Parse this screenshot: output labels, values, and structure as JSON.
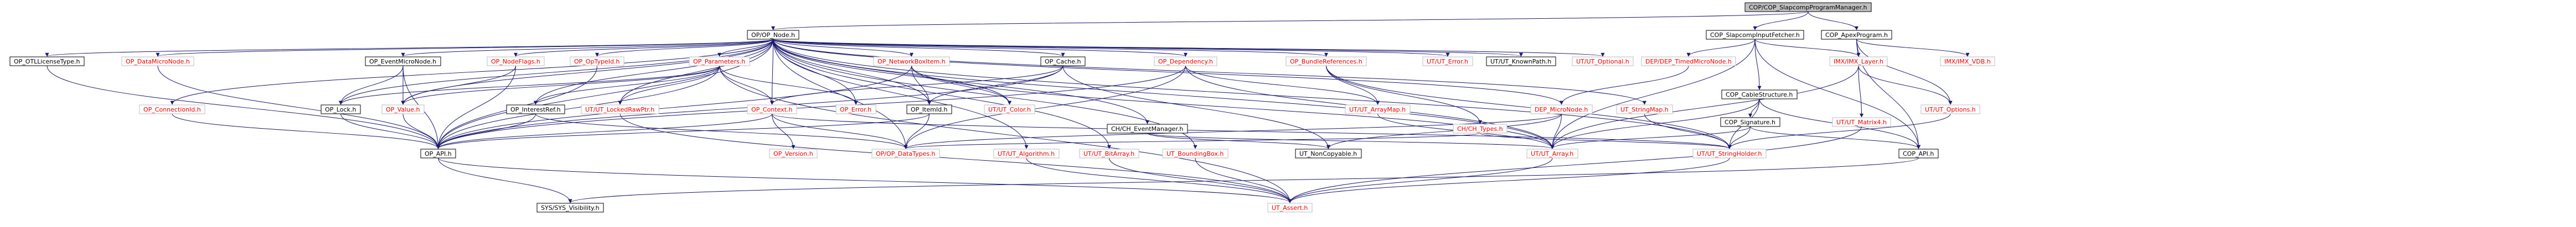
{
  "graph": {
    "edge_color": "#191970",
    "nodes": [
      {
        "id": "root",
        "label": "COP/COP_SlapcompProgramManager.h",
        "style": "root"
      },
      {
        "id": "cop_node",
        "label": "OP/OP_Node.h",
        "style": "black"
      },
      {
        "id": "slap_fetcher",
        "label": "COP_SlapcompInputFetcher.h",
        "style": "black"
      },
      {
        "id": "apex_program",
        "label": "COP_ApexProgram.h",
        "style": "black"
      },
      {
        "id": "otl",
        "label": "OP_OTLLicenseType.h",
        "style": "black"
      },
      {
        "id": "datamicro",
        "label": "OP_DataMicroNode.h",
        "style": "red"
      },
      {
        "id": "eventmicro",
        "label": "OP_EventMicroNode.h",
        "style": "black"
      },
      {
        "id": "nodeflags",
        "label": "OP_NodeFlags.h",
        "style": "red"
      },
      {
        "id": "optyped",
        "label": "OP_OpTypeId.h",
        "style": "red"
      },
      {
        "id": "parameters",
        "label": "OP_Parameters.h",
        "style": "red"
      },
      {
        "id": "netboxitem",
        "label": "OP_NetworkBoxItem.h",
        "style": "red"
      },
      {
        "id": "cache",
        "label": "OP_Cache.h",
        "style": "black"
      },
      {
        "id": "dependency",
        "label": "OP_Dependency.h",
        "style": "red"
      },
      {
        "id": "bundlerefs",
        "label": "OP_BundleReferences.h",
        "style": "red"
      },
      {
        "id": "ut_error",
        "label": "UT/UT_Error.h",
        "style": "red"
      },
      {
        "id": "ut_knownpath",
        "label": "UT/UT_KnownPath.h",
        "style": "black"
      },
      {
        "id": "ut_optional",
        "label": "UT/UT_Optional.h",
        "style": "red"
      },
      {
        "id": "dep_timedmicro",
        "label": "DEP/DEP_TimedMicroNode.h",
        "style": "red"
      },
      {
        "id": "cabstructure",
        "label": "COP_CableStructure.h",
        "style": "black"
      },
      {
        "id": "imx_layer",
        "label": "IMX/IMX_Layer.h",
        "style": "red"
      },
      {
        "id": "imx_vdb",
        "label": "IMX/IMX_VDB.h",
        "style": "red"
      },
      {
        "id": "connectionid",
        "label": "OP_ConnectionId.h",
        "style": "red"
      },
      {
        "id": "lock",
        "label": "OP_Lock.h",
        "style": "black"
      },
      {
        "id": "value",
        "label": "OP_Value.h",
        "style": "red"
      },
      {
        "id": "interestref",
        "label": "OP_InterestRef.h",
        "style": "black"
      },
      {
        "id": "ut_lockedraw",
        "label": "UT/UT_LockedRawPtr.h",
        "style": "red"
      },
      {
        "id": "context",
        "label": "OP_Context.h",
        "style": "red"
      },
      {
        "id": "op_error",
        "label": "OP_Error.h",
        "style": "red"
      },
      {
        "id": "itemid",
        "label": "OP_ItemId.h",
        "style": "black"
      },
      {
        "id": "ut_color",
        "label": "UT/UT_Color.h",
        "style": "red"
      },
      {
        "id": "ch_eventmgr",
        "label": "CH/CH_EventManager.h",
        "style": "black"
      },
      {
        "id": "ut_arraymap",
        "label": "UT/UT_ArrayMap.h",
        "style": "red"
      },
      {
        "id": "ch_types",
        "label": "CH/CH_Types.h",
        "style": "red"
      },
      {
        "id": "dep_micro",
        "label": "DEP_MicroNode.h",
        "style": "red"
      },
      {
        "id": "ut_stringmap",
        "label": "UT_StringMap.h",
        "style": "red"
      },
      {
        "id": "signature",
        "label": "COP_Signature.h",
        "style": "black"
      },
      {
        "id": "ut_matrix4",
        "label": "UT/UT_Matrix4.h",
        "style": "red"
      },
      {
        "id": "ut_options",
        "label": "UT/UT_Options.h",
        "style": "red"
      },
      {
        "id": "op_api",
        "label": "OP_API.h",
        "style": "black"
      },
      {
        "id": "op_version",
        "label": "OP_Version.h",
        "style": "red"
      },
      {
        "id": "op_datatypes",
        "label": "OP/OP_DataTypes.h",
        "style": "red"
      },
      {
        "id": "ut_algorithm",
        "label": "UT/UT_Algorithm.h",
        "style": "red"
      },
      {
        "id": "ut_bitarray",
        "label": "UT/UT_BitArray.h",
        "style": "red"
      },
      {
        "id": "ut_boundingbox",
        "label": "UT_BoundingBox.h",
        "style": "red"
      },
      {
        "id": "ut_noncopyable",
        "label": "UT_NonCopyable.h",
        "style": "black"
      },
      {
        "id": "ut_array",
        "label": "UT/UT_Array.h",
        "style": "red"
      },
      {
        "id": "ut_stringholder",
        "label": "UT/UT_StringHolder.h",
        "style": "red"
      },
      {
        "id": "cop_api",
        "label": "COP_API.h",
        "style": "black"
      },
      {
        "id": "sys_visibility",
        "label": "SYS/SYS_Visibility.h",
        "style": "black"
      },
      {
        "id": "ut_assert",
        "label": "UT_Assert.h",
        "style": "red"
      }
    ],
    "edges": [
      [
        "root",
        "cop_node"
      ],
      [
        "root",
        "slap_fetcher"
      ],
      [
        "root",
        "apex_program"
      ],
      [
        "cop_node",
        "otl"
      ],
      [
        "cop_node",
        "datamicro"
      ],
      [
        "cop_node",
        "eventmicro"
      ],
      [
        "cop_node",
        "nodeflags"
      ],
      [
        "cop_node",
        "optyped"
      ],
      [
        "cop_node",
        "parameters"
      ],
      [
        "cop_node",
        "netboxitem"
      ],
      [
        "cop_node",
        "cache"
      ],
      [
        "cop_node",
        "dependency"
      ],
      [
        "cop_node",
        "bundlerefs"
      ],
      [
        "cop_node",
        "ut_error"
      ],
      [
        "cop_node",
        "ut_knownpath"
      ],
      [
        "cop_node",
        "ut_optional"
      ],
      [
        "cop_node",
        "connectionid"
      ],
      [
        "cop_node",
        "lock"
      ],
      [
        "cop_node",
        "value"
      ],
      [
        "cop_node",
        "ut_lockedraw"
      ],
      [
        "cop_node",
        "context"
      ],
      [
        "cop_node",
        "op_error"
      ],
      [
        "cop_node",
        "itemid"
      ],
      [
        "cop_node",
        "ut_color"
      ],
      [
        "cop_node",
        "ut_array"
      ],
      [
        "cop_node",
        "ut_stringholder"
      ],
      [
        "cop_node",
        "op_api"
      ],
      [
        "cop_node",
        "op_datatypes"
      ],
      [
        "cop_node",
        "ut_algorithm"
      ],
      [
        "cop_node",
        "ut_bitarray"
      ],
      [
        "cop_node",
        "ut_boundingbox"
      ],
      [
        "cop_node",
        "ch_eventmgr"
      ],
      [
        "cop_node",
        "dep_micro"
      ],
      [
        "cop_node",
        "ut_stringmap"
      ],
      [
        "cop_node",
        "interestref"
      ],
      [
        "slap_fetcher",
        "dep_timedmicro"
      ],
      [
        "slap_fetcher",
        "cabstructure"
      ],
      [
        "slap_fetcher",
        "imx_layer"
      ],
      [
        "slap_fetcher",
        "cop_api"
      ],
      [
        "slap_fetcher",
        "ut_array"
      ],
      [
        "apex_program",
        "imx_layer"
      ],
      [
        "apex_program",
        "imx_vdb"
      ],
      [
        "apex_program",
        "ut_options"
      ],
      [
        "apex_program",
        "cop_api"
      ],
      [
        "dep_timedmicro",
        "dep_micro"
      ],
      [
        "cabstructure",
        "signature"
      ],
      [
        "cabstructure",
        "cop_api"
      ],
      [
        "cabstructure",
        "ut_stringholder"
      ],
      [
        "cabstructure",
        "ut_array"
      ],
      [
        "imx_layer",
        "ut_matrix4"
      ],
      [
        "imx_layer",
        "ut_options"
      ],
      [
        "imx_layer",
        "ut_array"
      ],
      [
        "otl",
        "op_api"
      ],
      [
        "datamicro",
        "op_api"
      ],
      [
        "eventmicro",
        "lock"
      ],
      [
        "eventmicro",
        "value"
      ],
      [
        "eventmicro",
        "op_api"
      ],
      [
        "nodeflags",
        "value"
      ],
      [
        "nodeflags",
        "op_api"
      ],
      [
        "optyped",
        "op_api"
      ],
      [
        "parameters",
        "lock"
      ],
      [
        "parameters",
        "value"
      ],
      [
        "parameters",
        "interestref"
      ],
      [
        "parameters",
        "ut_lockedraw"
      ],
      [
        "parameters",
        "context"
      ],
      [
        "parameters",
        "op_error"
      ],
      [
        "parameters",
        "op_api"
      ],
      [
        "parameters",
        "ut_assert"
      ],
      [
        "netboxitem",
        "itemid"
      ],
      [
        "netboxitem",
        "ut_color"
      ],
      [
        "netboxitem",
        "op_api"
      ],
      [
        "netboxitem",
        "ut_array"
      ],
      [
        "cache",
        "context"
      ],
      [
        "cache",
        "itemid"
      ],
      [
        "cache",
        "ut_noncopyable"
      ],
      [
        "cache",
        "op_api"
      ],
      [
        "dependency",
        "ut_arraymap"
      ],
      [
        "dependency",
        "op_datatypes"
      ],
      [
        "dependency",
        "ut_array"
      ],
      [
        "dependency",
        "op_api"
      ],
      [
        "bundlerefs",
        "ch_types"
      ],
      [
        "bundlerefs",
        "ut_stringholder"
      ],
      [
        "bundlerefs",
        "ut_arraymap"
      ],
      [
        "connectionid",
        "op_api"
      ],
      [
        "lock",
        "op_api"
      ],
      [
        "value",
        "op_api"
      ],
      [
        "interestref",
        "op_api"
      ],
      [
        "interestref",
        "op_datatypes"
      ],
      [
        "ut_lockedraw",
        "ut_assert"
      ],
      [
        "context",
        "op_version"
      ],
      [
        "context",
        "op_api"
      ],
      [
        "context",
        "op_datatypes"
      ],
      [
        "context",
        "ut_stringholder"
      ],
      [
        "itemid",
        "op_api"
      ],
      [
        "itemid",
        "op_datatypes"
      ],
      [
        "ch_eventmgr",
        "ut_noncopyable"
      ],
      [
        "ch_eventmgr",
        "ut_array"
      ],
      [
        "ut_arraymap",
        "ut_array"
      ],
      [
        "ch_types",
        "ut_stringholder"
      ],
      [
        "ch_types",
        "op_datatypes"
      ],
      [
        "dep_micro",
        "ut_array"
      ],
      [
        "dep_micro",
        "ut_noncopyable"
      ],
      [
        "dep_micro",
        "op_datatypes"
      ],
      [
        "ut_stringmap",
        "ut_stringholder"
      ],
      [
        "signature",
        "ut_stringholder"
      ],
      [
        "signature",
        "ut_array"
      ],
      [
        "signature",
        "cop_api"
      ],
      [
        "ut_options",
        "ut_stringholder"
      ],
      [
        "ut_matrix4",
        "ut_assert"
      ],
      [
        "op_api",
        "sys_visibility"
      ],
      [
        "op_api",
        "ut_assert"
      ],
      [
        "ut_algorithm",
        "ut_assert"
      ],
      [
        "ut_bitarray",
        "ut_assert"
      ],
      [
        "ut_boundingbox",
        "ut_assert"
      ],
      [
        "ut_array",
        "ut_assert"
      ],
      [
        "ut_stringholder",
        "ut_assert"
      ],
      [
        "cop_api",
        "sys_visibility"
      ]
    ]
  }
}
